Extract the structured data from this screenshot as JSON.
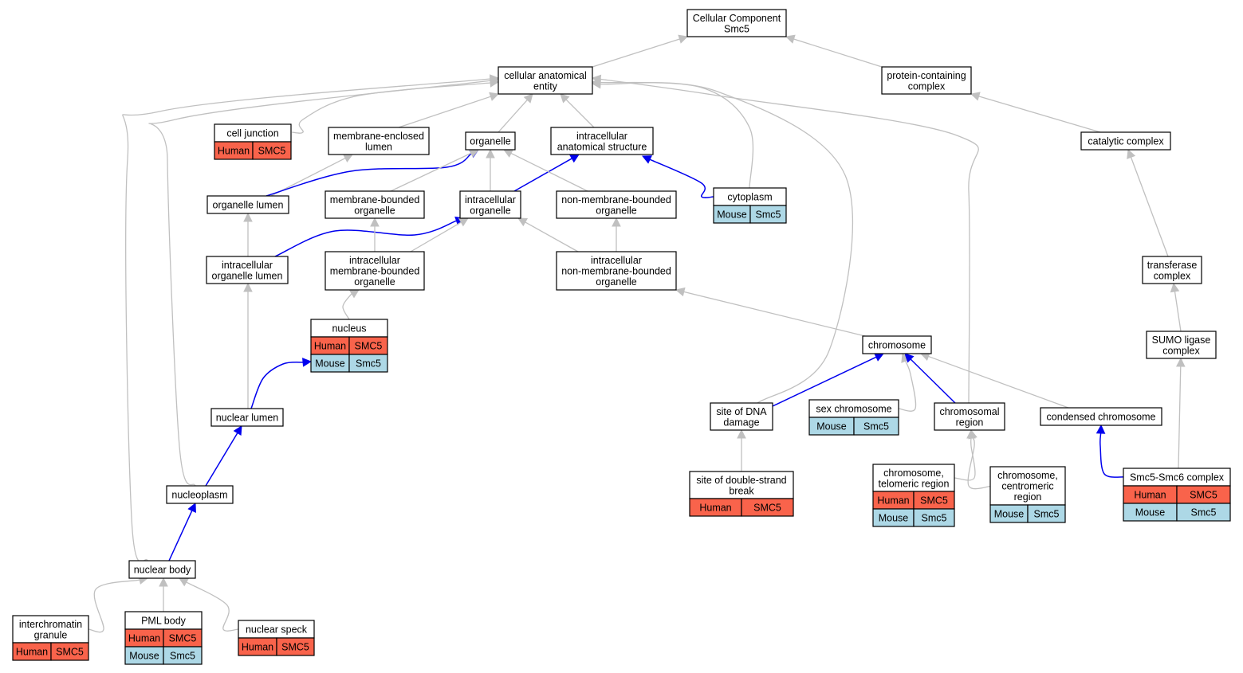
{
  "colors": {
    "human": "#f9634b",
    "mouse": "#add8e6",
    "edge_gray": "#c0c0c0",
    "edge_blue": "#0000ee",
    "border": "#000000"
  },
  "nodes": [
    {
      "id": "root",
      "lines": [
        "Cellular Component",
        "Smc5"
      ]
    },
    {
      "id": "cae",
      "lines": [
        "cellular anatomical",
        "entity"
      ]
    },
    {
      "id": "pcc",
      "lines": [
        "protein-containing",
        "complex"
      ]
    },
    {
      "id": "cj",
      "lines": [
        "cell junction"
      ],
      "annotations": [
        {
          "species": "Human",
          "gene": "SMC5"
        }
      ]
    },
    {
      "id": "mel",
      "lines": [
        "membrane-enclosed",
        "lumen"
      ]
    },
    {
      "id": "org",
      "lines": [
        "organelle"
      ]
    },
    {
      "id": "ias",
      "lines": [
        "intracellular",
        "anatomical structure"
      ]
    },
    {
      "id": "cat",
      "lines": [
        "catalytic complex"
      ]
    },
    {
      "id": "cyt",
      "lines": [
        "cytoplasm"
      ],
      "annotations": [
        {
          "species": "Mouse",
          "gene": "Smc5"
        }
      ]
    },
    {
      "id": "orgl",
      "lines": [
        "organelle lumen"
      ]
    },
    {
      "id": "mbo",
      "lines": [
        "membrane-bounded",
        "organelle"
      ]
    },
    {
      "id": "io",
      "lines": [
        "intracellular",
        "organelle"
      ]
    },
    {
      "id": "nmbo",
      "lines": [
        "non-membrane-bounded",
        "organelle"
      ]
    },
    {
      "id": "iol",
      "lines": [
        "intracellular",
        "organelle lumen"
      ]
    },
    {
      "id": "imbo",
      "lines": [
        "intracellular",
        "membrane-bounded",
        "organelle"
      ]
    },
    {
      "id": "inmbo",
      "lines": [
        "intracellular",
        "non-membrane-bounded",
        "organelle"
      ]
    },
    {
      "id": "trc",
      "lines": [
        "transferase",
        "complex"
      ]
    },
    {
      "id": "nuc",
      "lines": [
        "nucleus"
      ],
      "annotations": [
        {
          "species": "Human",
          "gene": "SMC5"
        },
        {
          "species": "Mouse",
          "gene": "Smc5"
        }
      ]
    },
    {
      "id": "chr",
      "lines": [
        "chromosome"
      ]
    },
    {
      "id": "sumo",
      "lines": [
        "SUMO ligase",
        "complex"
      ]
    },
    {
      "id": "nl",
      "lines": [
        "nuclear lumen"
      ]
    },
    {
      "id": "sdd",
      "lines": [
        "site of DNA",
        "damage"
      ]
    },
    {
      "id": "sexc",
      "lines": [
        "sex chromosome"
      ],
      "annotations": [
        {
          "species": "Mouse",
          "gene": "Smc5"
        }
      ]
    },
    {
      "id": "chrr",
      "lines": [
        "chromosomal",
        "region"
      ]
    },
    {
      "id": "cc",
      "lines": [
        "condensed chromosome"
      ]
    },
    {
      "id": "np",
      "lines": [
        "nucleoplasm"
      ]
    },
    {
      "id": "sdsb",
      "lines": [
        "site of double-strand",
        "break"
      ],
      "annotations": [
        {
          "species": "Human",
          "gene": "SMC5"
        }
      ]
    },
    {
      "id": "ctr",
      "lines": [
        "chromosome,",
        "telomeric region"
      ],
      "annotations": [
        {
          "species": "Human",
          "gene": "SMC5"
        },
        {
          "species": "Mouse",
          "gene": "Smc5"
        }
      ]
    },
    {
      "id": "ccr",
      "lines": [
        "chromosome,",
        "centromeric",
        "region"
      ],
      "annotations": [
        {
          "species": "Mouse",
          "gene": "Smc5"
        }
      ]
    },
    {
      "id": "smc56",
      "lines": [
        "Smc5-Smc6 complex"
      ],
      "annotations": [
        {
          "species": "Human",
          "gene": "SMC5"
        },
        {
          "species": "Mouse",
          "gene": "Smc5"
        }
      ]
    },
    {
      "id": "nb",
      "lines": [
        "nuclear body"
      ]
    },
    {
      "id": "icg",
      "lines": [
        "interchromatin",
        "granule"
      ],
      "annotations": [
        {
          "species": "Human",
          "gene": "SMC5"
        }
      ]
    },
    {
      "id": "pml",
      "lines": [
        "PML body"
      ],
      "annotations": [
        {
          "species": "Human",
          "gene": "SMC5"
        },
        {
          "species": "Mouse",
          "gene": "Smc5"
        }
      ]
    },
    {
      "id": "nsp",
      "lines": [
        "nuclear speck"
      ],
      "annotations": [
        {
          "species": "Human",
          "gene": "SMC5"
        }
      ]
    }
  ],
  "edges": [
    {
      "from": "cae",
      "to": "root",
      "style": "gray"
    },
    {
      "from": "pcc",
      "to": "root",
      "style": "gray"
    },
    {
      "from": "cj",
      "to": "cae",
      "style": "gray"
    },
    {
      "from": "mel",
      "to": "cae",
      "style": "gray"
    },
    {
      "from": "org",
      "to": "cae",
      "style": "gray"
    },
    {
      "from": "ias",
      "to": "cae",
      "style": "gray"
    },
    {
      "from": "cyt",
      "to": "cae",
      "style": "gray"
    },
    {
      "from": "cyt",
      "to": "ias",
      "style": "blue"
    },
    {
      "from": "cat",
      "to": "pcc",
      "style": "gray"
    },
    {
      "from": "orgl",
      "to": "mel",
      "style": "gray"
    },
    {
      "from": "orgl",
      "to": "org",
      "style": "blue"
    },
    {
      "from": "mbo",
      "to": "org",
      "style": "gray"
    },
    {
      "from": "io",
      "to": "org",
      "style": "gray"
    },
    {
      "from": "io",
      "to": "ias",
      "style": "blue"
    },
    {
      "from": "nmbo",
      "to": "org",
      "style": "gray"
    },
    {
      "from": "iol",
      "to": "orgl",
      "style": "gray"
    },
    {
      "from": "iol",
      "to": "io",
      "style": "blue"
    },
    {
      "from": "imbo",
      "to": "mbo",
      "style": "gray"
    },
    {
      "from": "imbo",
      "to": "io",
      "style": "gray"
    },
    {
      "from": "inmbo",
      "to": "io",
      "style": "gray"
    },
    {
      "from": "inmbo",
      "to": "nmbo",
      "style": "gray"
    },
    {
      "from": "trc",
      "to": "cat",
      "style": "gray"
    },
    {
      "from": "nuc",
      "to": "imbo",
      "style": "gray"
    },
    {
      "from": "chr",
      "to": "inmbo",
      "style": "gray"
    },
    {
      "from": "sumo",
      "to": "trc",
      "style": "gray"
    },
    {
      "from": "nl",
      "to": "iol",
      "style": "gray"
    },
    {
      "from": "nl",
      "to": "nuc",
      "style": "blue"
    },
    {
      "from": "sdd",
      "to": "cae",
      "style": "gray"
    },
    {
      "from": "sdd",
      "to": "chr",
      "style": "blue"
    },
    {
      "from": "sexc",
      "to": "chr",
      "style": "gray"
    },
    {
      "from": "chrr",
      "to": "chr",
      "style": "blue"
    },
    {
      "from": "chrr",
      "to": "cae",
      "style": "gray"
    },
    {
      "from": "cc",
      "to": "chr",
      "style": "gray"
    },
    {
      "from": "np",
      "to": "nl",
      "style": "blue"
    },
    {
      "from": "np",
      "to": "cae",
      "style": "gray"
    },
    {
      "from": "sdsb",
      "to": "sdd",
      "style": "gray"
    },
    {
      "from": "ctr",
      "to": "chrr",
      "style": "gray"
    },
    {
      "from": "ccr",
      "to": "chrr",
      "style": "gray"
    },
    {
      "from": "smc56",
      "to": "sumo",
      "style": "gray"
    },
    {
      "from": "smc56",
      "to": "cc",
      "style": "blue"
    },
    {
      "from": "nb",
      "to": "np",
      "style": "blue"
    },
    {
      "from": "nb",
      "to": "cae",
      "style": "gray"
    },
    {
      "from": "icg",
      "to": "nb",
      "style": "gray"
    },
    {
      "from": "pml",
      "to": "nb",
      "style": "gray"
    },
    {
      "from": "nsp",
      "to": "nb",
      "style": "gray"
    }
  ]
}
